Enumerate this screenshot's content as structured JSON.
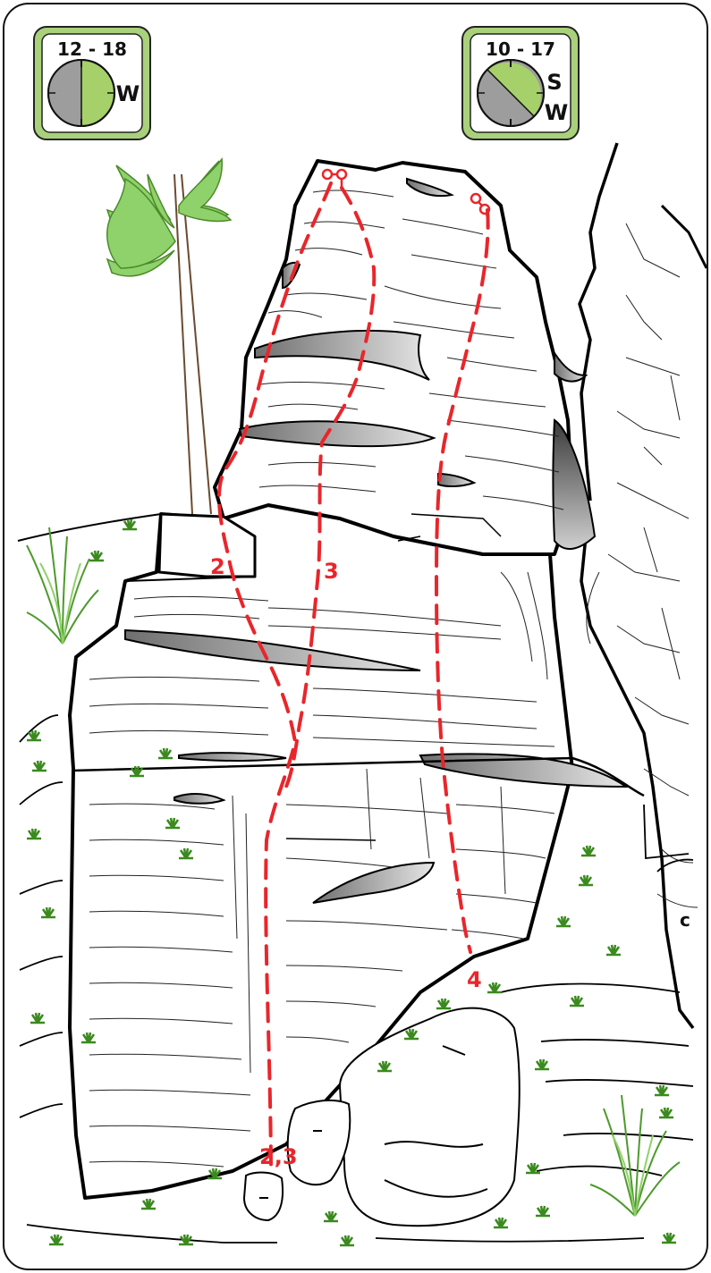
{
  "sun_badges": [
    {
      "time": "12 - 18",
      "aspect_primary": "W",
      "aspect_secondary": "",
      "colors": {
        "frame": "#a9d17b",
        "sun": "#a6d06a",
        "shade": "#9d9d9d"
      }
    },
    {
      "time": "10 - 17",
      "aspect_primary": "S",
      "aspect_secondary": "W",
      "colors": {
        "frame": "#a9d17b",
        "sun": "#a6d06a",
        "shade": "#9d9d9d"
      }
    }
  ],
  "routes": [
    {
      "label": "2",
      "line_color": "#e8262b"
    },
    {
      "label": "3",
      "line_color": "#e8262b"
    },
    {
      "label": "4",
      "line_color": "#e8262b"
    },
    {
      "label": "2,3",
      "line_color": "#e8262b"
    }
  ],
  "anchors": [
    "anchor-icon",
    "anchor-icon"
  ],
  "edge_label": "c",
  "colors": {
    "rock_outline": "#000000",
    "vegetation": "#7cc444",
    "route": "#e8262b",
    "shadow": "#8a8a8a"
  }
}
